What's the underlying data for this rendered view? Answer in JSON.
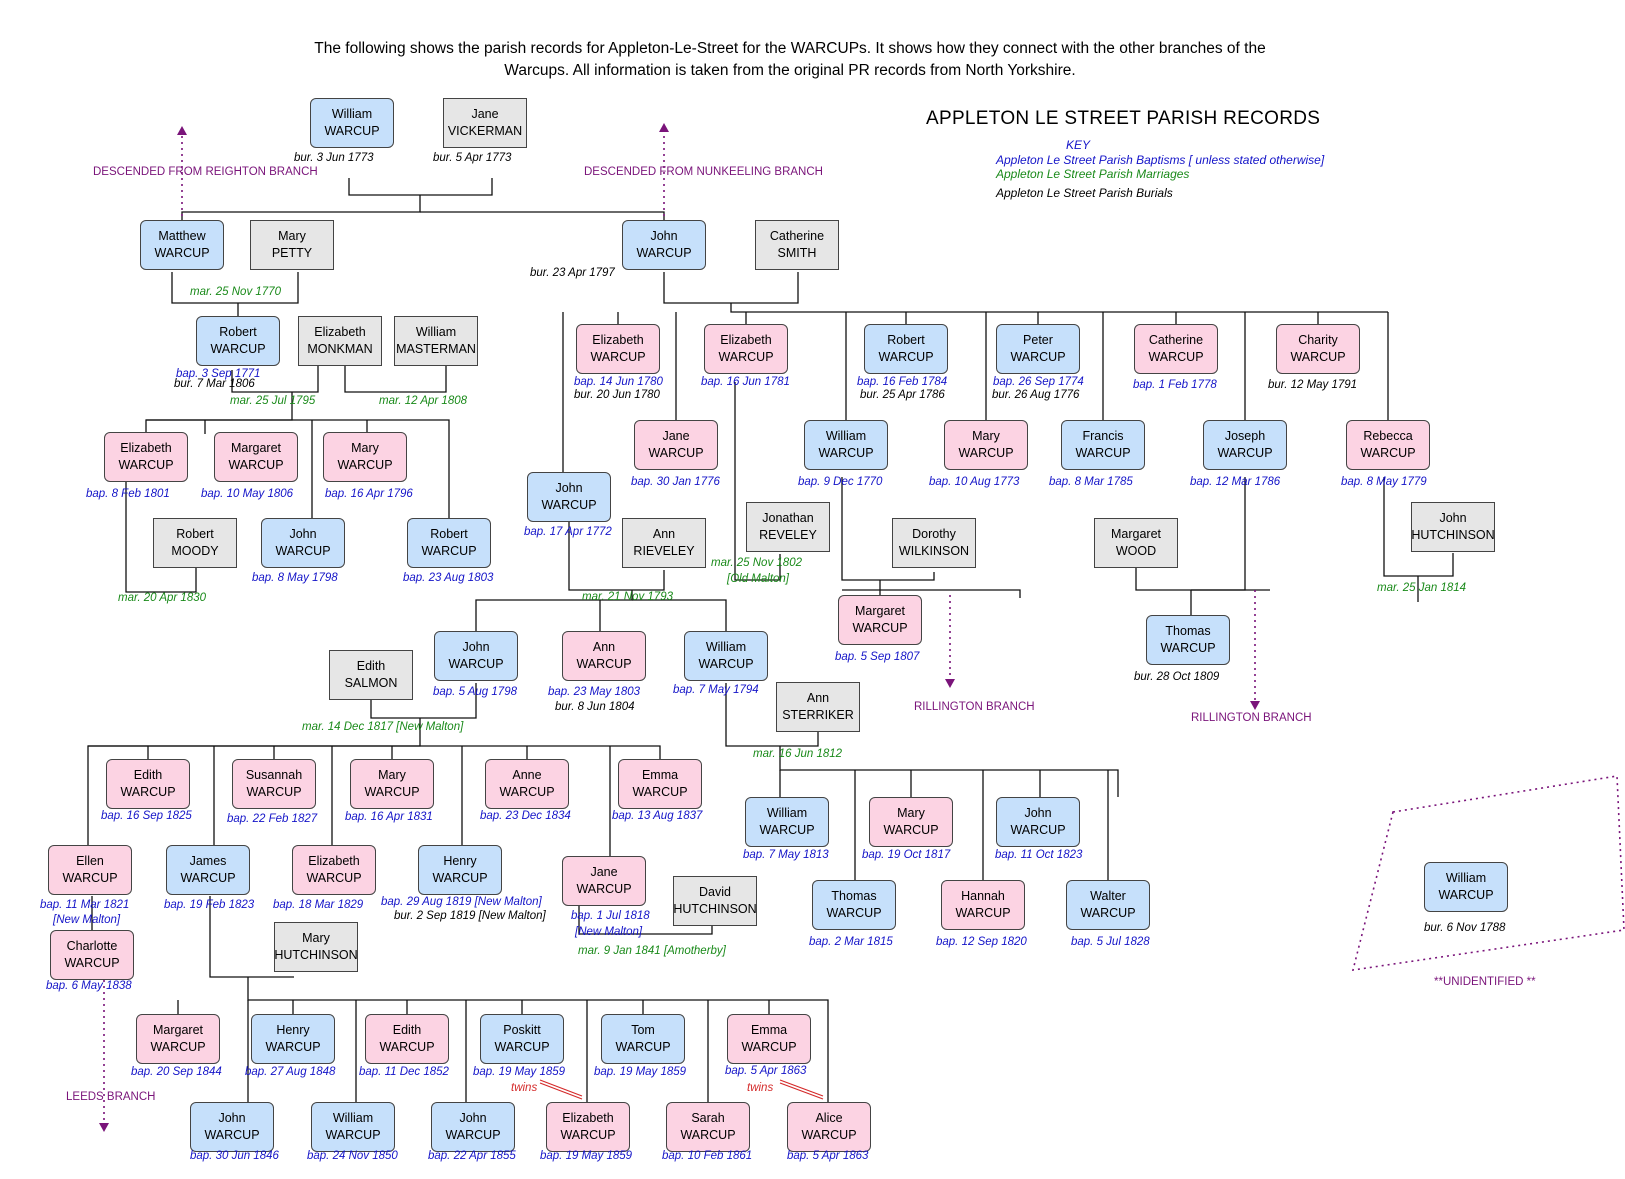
{
  "intro": {
    "line1": "The following shows the parish records for Appleton-Le-Street for the WARCUPs. It shows how they connect with the other branches of the",
    "line2": "Warcups. All information is taken from the original PR records from North Yorkshire."
  },
  "title": "APPLETON LE STREET PARISH RECORDS",
  "key": {
    "heading": "KEY",
    "baptisms": "Appleton Le Street Parish Baptisms [ unless stated otherwise]",
    "marriages": "Appleton Le Street Parish Marriages",
    "burials": "Appleton Le Street Parish Burials"
  },
  "colors": {
    "male": "#c6e0fb",
    "female": "#fcd3e3",
    "spouse": "#e6e6e6",
    "baptism": "#1414c8",
    "marriage": "#1a8a1a",
    "branch": "#7a147a",
    "twins": "#d42a2a"
  },
  "branches": [
    "DESCENDED FROM REIGHTON BRANCH",
    "DESCENDED FROM NUNKEELING BRANCH",
    "RILLINGTON BRANCH",
    "RILLINGTON BRANCH",
    "LEEDS BRANCH",
    "**UNIDENTIFIED **"
  ],
  "twins_label": "twins",
  "people": [
    {
      "first": "William",
      "last": "WARCUP",
      "type": "male"
    },
    {
      "first": "Jane",
      "last": "VICKERMAN",
      "type": "spouse"
    },
    {
      "first": "Matthew",
      "last": "WARCUP",
      "type": "male"
    },
    {
      "first": "Mary",
      "last": "PETTY",
      "type": "spouse"
    },
    {
      "first": "John",
      "last": "WARCUP",
      "type": "male"
    },
    {
      "first": "Catherine",
      "last": "SMITH",
      "type": "spouse"
    },
    {
      "first": "Robert",
      "last": "WARCUP",
      "type": "male"
    },
    {
      "first": "Elizabeth",
      "last": "MONKMAN",
      "type": "spouse"
    },
    {
      "first": "William",
      "last": "MASTERMAN",
      "type": "spouse"
    },
    {
      "first": "Elizabeth",
      "last": "WARCUP",
      "type": "female"
    },
    {
      "first": "Margaret",
      "last": "WARCUP",
      "type": "female"
    },
    {
      "first": "Mary",
      "last": "WARCUP",
      "type": "female"
    },
    {
      "first": "Robert",
      "last": "MOODY",
      "type": "spouse"
    },
    {
      "first": "John",
      "last": "WARCUP",
      "type": "male"
    },
    {
      "first": "Robert",
      "last": "WARCUP",
      "type": "male"
    },
    {
      "first": "Elizabeth",
      "last": "WARCUP",
      "type": "female"
    },
    {
      "first": "Elizabeth",
      "last": "WARCUP",
      "type": "female"
    },
    {
      "first": "Robert",
      "last": "WARCUP",
      "type": "male"
    },
    {
      "first": "Peter",
      "last": "WARCUP",
      "type": "male"
    },
    {
      "first": "Catherine",
      "last": "WARCUP",
      "type": "female"
    },
    {
      "first": "Charity",
      "last": "WARCUP",
      "type": "female"
    },
    {
      "first": "Jane",
      "last": "WARCUP",
      "type": "female"
    },
    {
      "first": "William",
      "last": "WARCUP",
      "type": "male"
    },
    {
      "first": "Mary",
      "last": "WARCUP",
      "type": "female"
    },
    {
      "first": "Francis",
      "last": "WARCUP",
      "type": "male"
    },
    {
      "first": "Joseph",
      "last": "WARCUP",
      "type": "male"
    },
    {
      "first": "Rebecca",
      "last": "WARCUP",
      "type": "female"
    },
    {
      "first": "John",
      "last": "WARCUP",
      "type": "male"
    },
    {
      "first": "Ann",
      "last": "RIEVELEY",
      "type": "spouse"
    },
    {
      "first": "Jonathan",
      "last": "REVELEY",
      "type": "spouse"
    },
    {
      "first": "Dorothy",
      "last": "WILKINSON",
      "type": "spouse"
    },
    {
      "first": "Margaret",
      "last": "WOOD",
      "type": "spouse"
    },
    {
      "first": "John",
      "last": "HUTCHINSON",
      "type": "spouse"
    },
    {
      "first": "Margaret",
      "last": "WARCUP",
      "type": "female"
    },
    {
      "first": "Thomas",
      "last": "WARCUP",
      "type": "male"
    },
    {
      "first": "John",
      "last": "WARCUP",
      "type": "male"
    },
    {
      "first": "Ann",
      "last": "WARCUP",
      "type": "female"
    },
    {
      "first": "William",
      "last": "WARCUP",
      "type": "male"
    },
    {
      "first": "Edith",
      "last": "SALMON",
      "type": "spouse"
    },
    {
      "first": "Ann",
      "last": "STERRIKER",
      "type": "spouse"
    },
    {
      "first": "Edith",
      "last": "WARCUP",
      "type": "female"
    },
    {
      "first": "Susannah",
      "last": "WARCUP",
      "type": "female"
    },
    {
      "first": "Mary",
      "last": "WARCUP",
      "type": "female"
    },
    {
      "first": "Anne",
      "last": "WARCUP",
      "type": "female"
    },
    {
      "first": "Emma",
      "last": "WARCUP",
      "type": "female"
    },
    {
      "first": "William",
      "last": "WARCUP",
      "type": "male"
    },
    {
      "first": "Mary",
      "last": "WARCUP",
      "type": "female"
    },
    {
      "first": "John",
      "last": "WARCUP",
      "type": "male"
    },
    {
      "first": "Ellen",
      "last": "WARCUP",
      "type": "female"
    },
    {
      "first": "James",
      "last": "WARCUP",
      "type": "male"
    },
    {
      "first": "Elizabeth",
      "last": "WARCUP",
      "type": "female"
    },
    {
      "first": "Henry",
      "last": "WARCUP",
      "type": "male"
    },
    {
      "first": "Jane",
      "last": "WARCUP",
      "type": "female"
    },
    {
      "first": "David",
      "last": "HUTCHINSON",
      "type": "spouse"
    },
    {
      "first": "Thomas",
      "last": "WARCUP",
      "type": "male"
    },
    {
      "first": "Hannah",
      "last": "WARCUP",
      "type": "female"
    },
    {
      "first": "Walter",
      "last": "WARCUP",
      "type": "male"
    },
    {
      "first": "William",
      "last": "WARCUP",
      "type": "male"
    },
    {
      "first": "Charlotte",
      "last": "WARCUP",
      "type": "female"
    },
    {
      "first": "Mary",
      "last": "HUTCHINSON",
      "type": "spouse"
    },
    {
      "first": "Margaret",
      "last": "WARCUP",
      "type": "female"
    },
    {
      "first": "Henry",
      "last": "WARCUP",
      "type": "male"
    },
    {
      "first": "Edith",
      "last": "WARCUP",
      "type": "female"
    },
    {
      "first": "Poskitt",
      "last": "WARCUP",
      "type": "male"
    },
    {
      "first": "Tom",
      "last": "WARCUP",
      "type": "male"
    },
    {
      "first": "Emma",
      "last": "WARCUP",
      "type": "female"
    },
    {
      "first": "John",
      "last": "WARCUP",
      "type": "male"
    },
    {
      "first": "William",
      "last": "WARCUP",
      "type": "male"
    },
    {
      "first": "John",
      "last": "WARCUP",
      "type": "male"
    },
    {
      "first": "Elizabeth",
      "last": "WARCUP",
      "type": "female"
    },
    {
      "first": "Sarah",
      "last": "WARCUP",
      "type": "female"
    },
    {
      "first": "Alice",
      "last": "WARCUP",
      "type": "female"
    }
  ],
  "records": [
    {
      "kind": "bur",
      "text": "bur. 3 Jun 1773"
    },
    {
      "kind": "bur",
      "text": "bur. 5 Apr 1773"
    },
    {
      "kind": "mar",
      "text": "mar. 25 Nov 1770"
    },
    {
      "kind": "bur",
      "text": "bur. 23 Apr 1797"
    },
    {
      "kind": "bap",
      "text": "bap. 3 Sep 1771"
    },
    {
      "kind": "bur",
      "text": "bur. 7 Mar 1806"
    },
    {
      "kind": "mar",
      "text": "mar. 25 Jul 1795"
    },
    {
      "kind": "mar",
      "text": "mar. 12 Apr 1808"
    },
    {
      "kind": "bap",
      "text": "bap. 14 Jun 1780"
    },
    {
      "kind": "bur",
      "text": "bur. 20 Jun 1780"
    },
    {
      "kind": "bap",
      "text": "bap. 16 Jun 1781"
    },
    {
      "kind": "bap",
      "text": "bap. 16 Feb 1784"
    },
    {
      "kind": "bur",
      "text": "bur. 25 Apr 1786"
    },
    {
      "kind": "bap",
      "text": "bap. 26 Sep 1774"
    },
    {
      "kind": "bur",
      "text": "bur. 26 Aug 1776"
    },
    {
      "kind": "bap",
      "text": "bap. 1 Feb 1778"
    },
    {
      "kind": "bur",
      "text": "bur. 12 May 1791"
    },
    {
      "kind": "bap",
      "text": "bap. 8 Feb 1801"
    },
    {
      "kind": "bap",
      "text": "bap. 10 May 1806"
    },
    {
      "kind": "bap",
      "text": "bap. 16 Apr 1796"
    },
    {
      "kind": "bap",
      "text": "bap. 30 Jan 1776"
    },
    {
      "kind": "bap",
      "text": "bap. 9 Dec 1770"
    },
    {
      "kind": "bap",
      "text": "bap. 10 Aug 1773"
    },
    {
      "kind": "bap",
      "text": "bap. 8 Mar 1785"
    },
    {
      "kind": "bap",
      "text": "bap. 12 Mar 1786"
    },
    {
      "kind": "bap",
      "text": "bap. 8 May 1779"
    },
    {
      "kind": "bap",
      "text": "bap. 17 Apr 1772"
    },
    {
      "kind": "bap",
      "text": "bap. 8 May 1798"
    },
    {
      "kind": "bap",
      "text": "bap. 23 Aug 1803"
    },
    {
      "kind": "mar",
      "text": "mar. 20 Apr 1830"
    },
    {
      "kind": "mar",
      "text": "mar. 25 Nov 1802"
    },
    {
      "kind": "mar",
      "text": "[Old Malton]"
    },
    {
      "kind": "mar",
      "text": "mar. 21 Nov 1793"
    },
    {
      "kind": "bap",
      "text": "bap. 5 Sep 1807"
    },
    {
      "kind": "bur",
      "text": "bur. 28 Oct 1809"
    },
    {
      "kind": "mar",
      "text": "mar. 25 Jan 1814"
    },
    {
      "kind": "bap",
      "text": "bap. 5 Aug 1798"
    },
    {
      "kind": "bap",
      "text": "bap. 23 May 1803"
    },
    {
      "kind": "bur",
      "text": "bur. 8 Jun 1804"
    },
    {
      "kind": "bap",
      "text": "bap. 7 May 1794"
    },
    {
      "kind": "mar",
      "text": "mar. 14 Dec 1817 [New Malton]"
    },
    {
      "kind": "mar",
      "text": "mar. 16 Jun 1812"
    },
    {
      "kind": "bap",
      "text": "bap. 16 Sep 1825"
    },
    {
      "kind": "bap",
      "text": "bap. 22 Feb 1827"
    },
    {
      "kind": "bap",
      "text": "bap. 16 Apr 1831"
    },
    {
      "kind": "bap",
      "text": "bap. 23 Dec 1834"
    },
    {
      "kind": "bap",
      "text": "bap. 13 Aug 1837"
    },
    {
      "kind": "bap",
      "text": "bap. 7 May 1813"
    },
    {
      "kind": "bap",
      "text": "bap. 19 Oct 1817"
    },
    {
      "kind": "bap",
      "text": "bap. 11 Oct 1823"
    },
    {
      "kind": "bap",
      "text": "bap. 11 Mar 1821"
    },
    {
      "kind": "bap",
      "text": "[New Malton]"
    },
    {
      "kind": "bap",
      "text": "bap. 19 Feb 1823"
    },
    {
      "kind": "bap",
      "text": "bap. 18 Mar 1829"
    },
    {
      "kind": "bap",
      "text": "bap. 29 Aug 1819 [New Malton]"
    },
    {
      "kind": "bur",
      "text": "bur. 2 Sep 1819 [New Malton]"
    },
    {
      "kind": "bap",
      "text": "bap. 1 Jul 1818"
    },
    {
      "kind": "bap",
      "text": "[New Malton]"
    },
    {
      "kind": "mar",
      "text": "mar. 9 Jan 1841 [Amotherby]"
    },
    {
      "kind": "bap",
      "text": "bap. 2 Mar 1815"
    },
    {
      "kind": "bap",
      "text": "bap. 12 Sep 1820"
    },
    {
      "kind": "bap",
      "text": "bap. 5 Jul 1828"
    },
    {
      "kind": "bur",
      "text": "bur. 6 Nov 1788"
    },
    {
      "kind": "bap",
      "text": "bap. 6 May 1838"
    },
    {
      "kind": "bap",
      "text": "bap. 20 Sep 1844"
    },
    {
      "kind": "bap",
      "text": "bap. 27 Aug 1848"
    },
    {
      "kind": "bap",
      "text": "bap. 11 Dec 1852"
    },
    {
      "kind": "bap",
      "text": "bap. 19 May 1859"
    },
    {
      "kind": "bap",
      "text": "bap. 19 May 1859"
    },
    {
      "kind": "bap",
      "text": "bap. 5 Apr 1863"
    },
    {
      "kind": "bap",
      "text": "bap. 30 Jun 1846"
    },
    {
      "kind": "bap",
      "text": "bap. 24 Nov 1850"
    },
    {
      "kind": "bap",
      "text": "bap. 22 Apr 1855"
    },
    {
      "kind": "bap",
      "text": "bap. 19 May 1859"
    },
    {
      "kind": "bap",
      "text": "bap. 10 Feb 1861"
    },
    {
      "kind": "bap",
      "text": "bap. 5 Apr 1863"
    }
  ]
}
